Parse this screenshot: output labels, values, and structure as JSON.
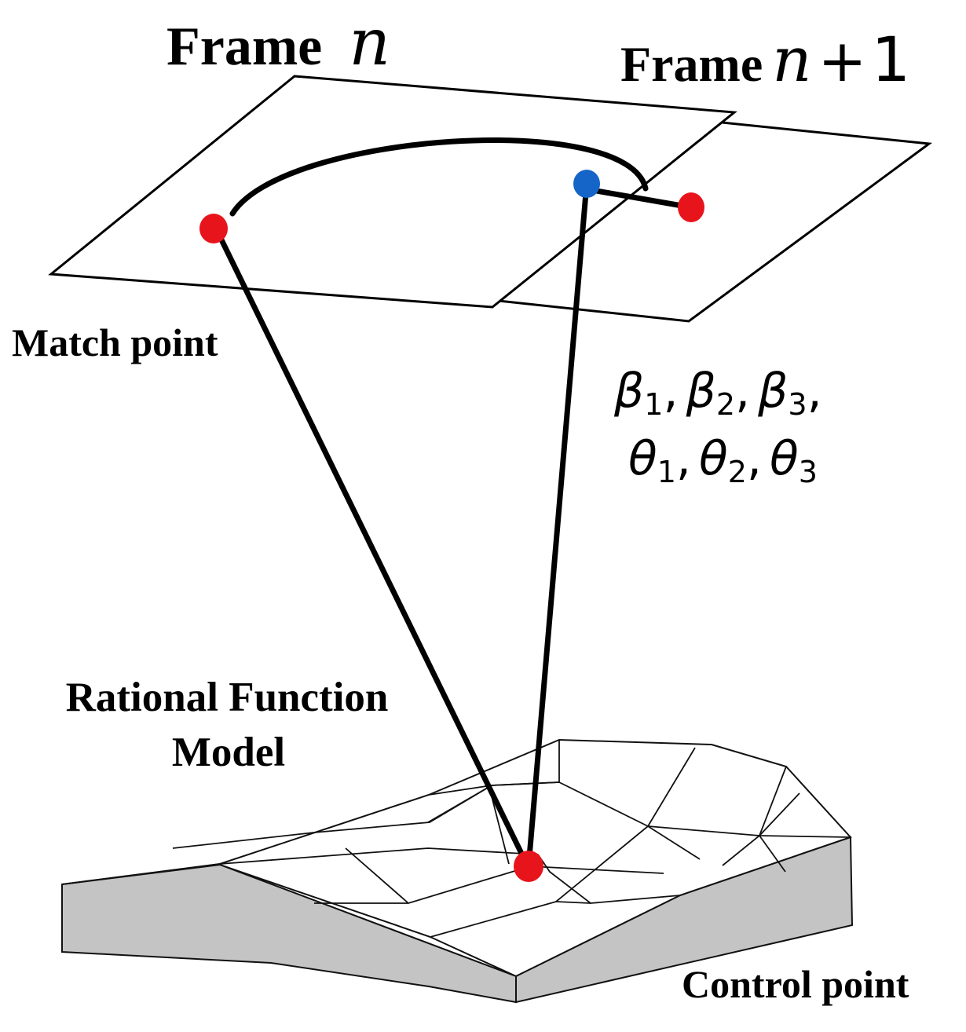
{
  "labels": {
    "frame_n_word": "Frame",
    "frame_n_var": "n",
    "frame_n1_word": "Frame",
    "frame_n1_var": "n",
    "frame_n1_plus": "+",
    "frame_n1_one": "1",
    "match_point": "Match point",
    "rfm_line1": "Rational Function",
    "rfm_line2": "Model",
    "control_point": "Control point"
  },
  "parameters": {
    "beta": "β",
    "theta": "θ",
    "sub1": "1",
    "sub2": "2",
    "sub3": "3",
    "comma": ","
  },
  "colors": {
    "match_point": "#e8141c",
    "projected_point": "#1565c8",
    "terrain_side": "#c4c4c4",
    "line": "#000000"
  }
}
